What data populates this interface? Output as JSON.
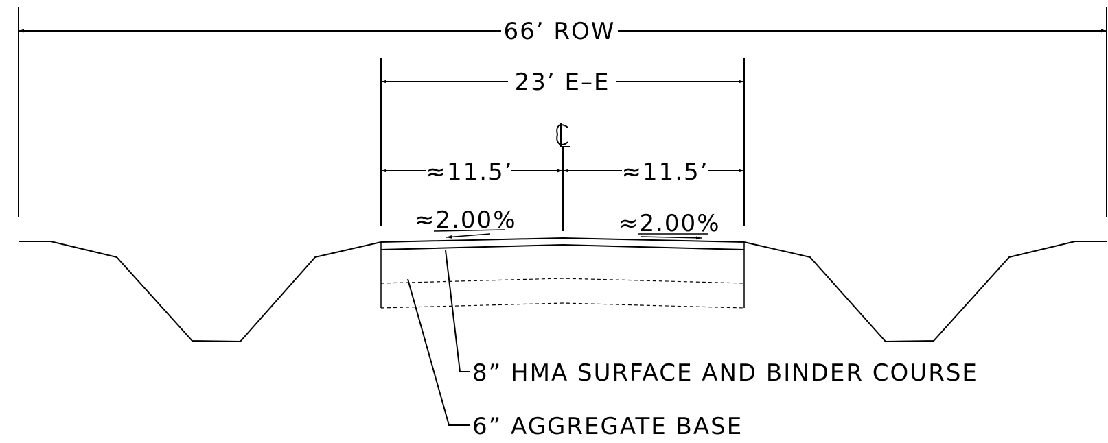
{
  "dimensions": {
    "row": "66’ ROW",
    "edge_to_edge": "23’ E–E",
    "left_lane": "≈11.5’",
    "right_lane": "≈11.5’"
  },
  "centerline_symbol": "CL",
  "slopes": {
    "left": "≈2.00%",
    "right": "≈2.00%"
  },
  "layers": {
    "surface": "8” HMA SURFACE AND BINDER COURSE",
    "base": "6” AGGREGATE BASE"
  }
}
